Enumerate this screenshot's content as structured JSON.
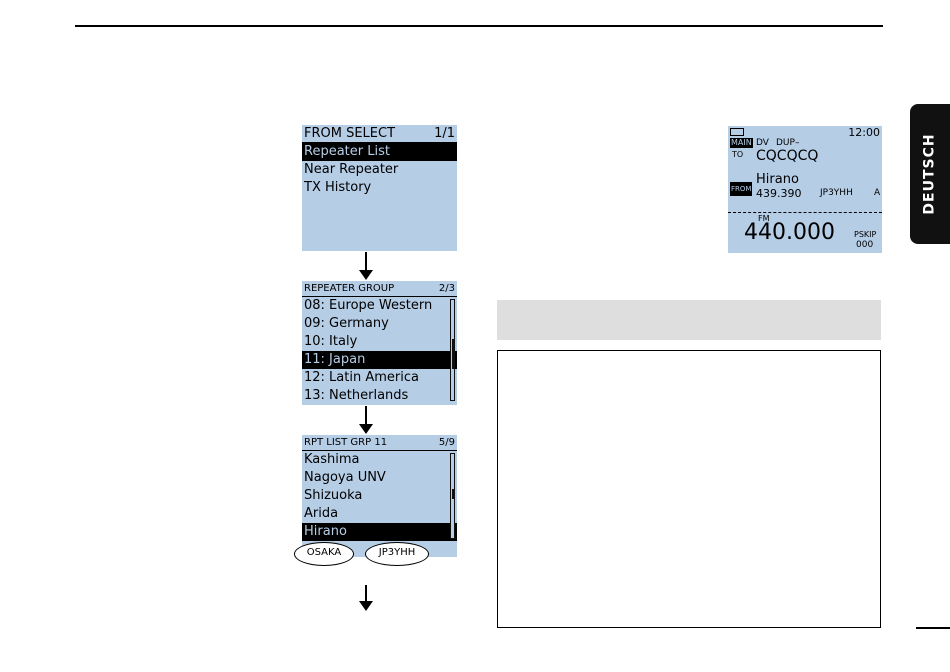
{
  "side_tab": "DEUTSCH",
  "screen1": {
    "title": "FROM SELECT",
    "page": "1/1",
    "items": [
      "Repeater List",
      "Near Repeater",
      "TX History"
    ],
    "selected": 0
  },
  "screen2": {
    "title": "REPEATER GROUP",
    "page": "2/3",
    "items": [
      "08: Europe Western",
      "09: Germany",
      "10: Italy",
      "11: Japan",
      "12: Latin America",
      "13: Netherlands"
    ],
    "selected": 3
  },
  "screen3": {
    "title": "RPT LIST GRP 11",
    "page": "5/9",
    "items": [
      "Kashima",
      "Nagoya UNV",
      "Shizuoka",
      "Arida",
      "Hirano"
    ],
    "selected": 4,
    "footer_left": "OSAKA",
    "footer_right": "JP3YHH"
  },
  "screen4": {
    "time": "12:00",
    "main_label": "MAIN",
    "mode": "DV",
    "dup": "DUP–",
    "to_label": "TO",
    "to_value": "CQCQCQ",
    "from_label": "FROM",
    "from_name": "Hirano",
    "from_freq": "439.390",
    "from_call": "JP3YHH",
    "from_suffix": "A",
    "fm_label": "FM",
    "frequency": "440.000",
    "pskip": "PSKIP",
    "channel": "000"
  }
}
